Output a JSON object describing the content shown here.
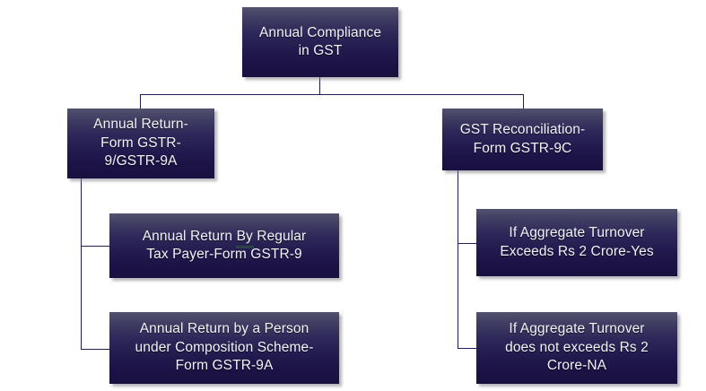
{
  "diagram": {
    "type": "org-chart",
    "title": "Annual Compliance in GST",
    "background_color": "#ffffff",
    "node_fill_top": "#52526f",
    "node_fill_bottom": "#191040",
    "node_text_color": "#f2f2f7",
    "connector_color": "#241f52",
    "spellcheck_underline_color": "#2f8b2f",
    "nodes": {
      "root": {
        "line1": "Annual Compliance",
        "line2": "in GST"
      },
      "annual_return": {
        "line1": "Annual Return-",
        "line2": "Form GSTR-",
        "line3": "9/GSTR-9A"
      },
      "gst_reconciliation": {
        "line1": "GST Reconciliation-",
        "line2": "Form GSTR-9C"
      },
      "regular_taxpayer": {
        "line1a": "Annual Return",
        "line1b": "By",
        "line1c": "Regular",
        "line2": "Tax Payer-Form  GSTR-9"
      },
      "composition_scheme": {
        "line1": "Annual Return by a Person",
        "line2": "under Composition  Scheme-",
        "line3": "Form GSTR-9A"
      },
      "turnover_exceeds": {
        "line1": "If Aggregate  Turnover",
        "line2": "Exceeds Rs 2 Crore-Yes"
      },
      "turnover_not_exceeds": {
        "line1": "If Aggregate  Turnover",
        "line2": "does not exceeds  Rs 2",
        "line3": "Crore-NA"
      }
    }
  }
}
